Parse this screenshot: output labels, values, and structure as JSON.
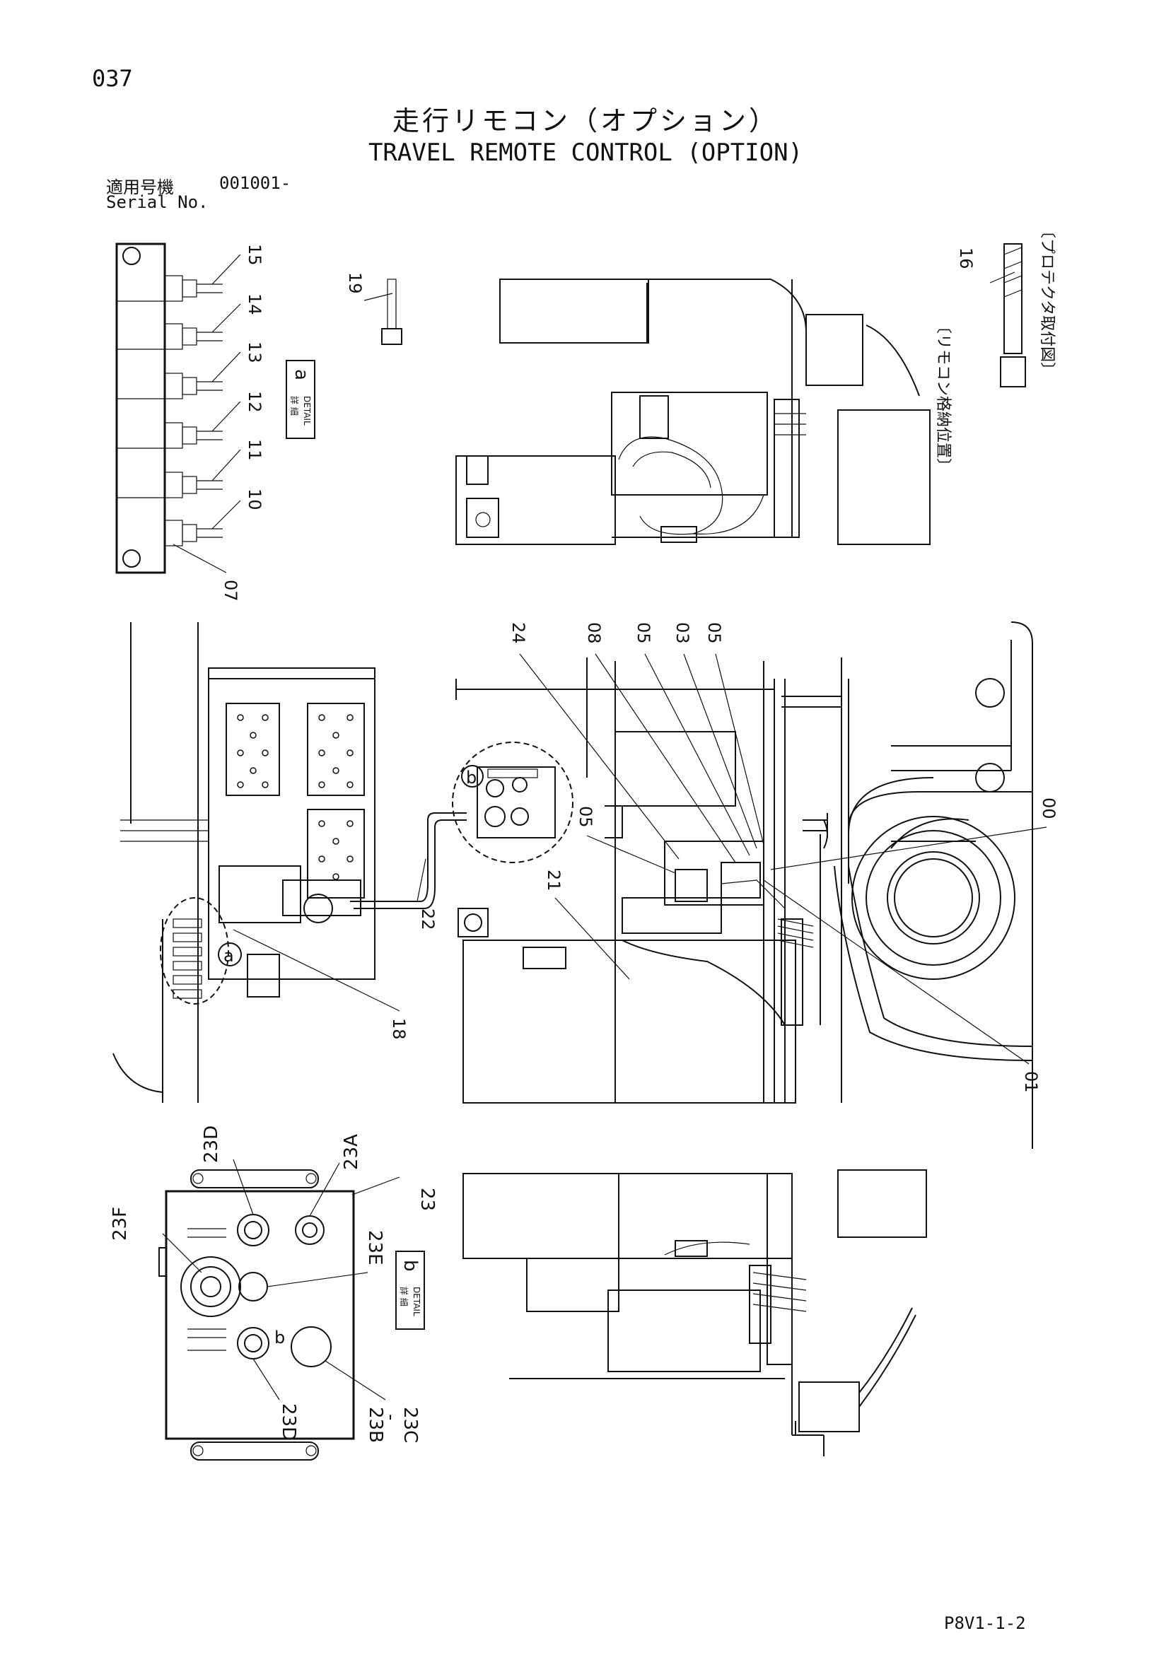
{
  "header": {
    "page_number": "037",
    "title_jp": "走行リモコン（オプション）",
    "title_en": "TRAVEL REMOTE CONTROL (OPTION)",
    "serial_label_jp": "適用号機",
    "serial_value": "001001-",
    "serial_label_en": "Serial No."
  },
  "footer": {
    "code": "P8V1-1-2"
  },
  "callouts": {
    "detail_a": {
      "ref": "a",
      "jp": "詳 細",
      "en": "DETAIL"
    },
    "detail_b": {
      "ref": "b",
      "jp": "詳 細",
      "en": "DETAIL"
    },
    "storage_note": "〔リモコン格納位置〕",
    "protector_note": "〔プロテクタ取付図〕",
    "circle_a": "a",
    "circle_b": "b",
    "panel_b_mark": "b"
  },
  "part_labels": {
    "p15": "15",
    "p14": "14",
    "p13": "13",
    "p12": "12",
    "p11": "11",
    "p10": "10",
    "p07": "07",
    "p19": "19",
    "p16": "16",
    "p24": "24",
    "p08": "08",
    "p05a": "05",
    "p03": "03",
    "p05b": "05",
    "p05c": "05",
    "p00": "00",
    "p21": "21",
    "p22": "22",
    "p18": "18",
    "p01": "01",
    "p23": "23",
    "p23A": "23A",
    "p23D_top": "23D",
    "p23F": "23F",
    "p23E": "23E",
    "p23D_bot": "23D",
    "p23B": "23B",
    "p23B_dash": "-",
    "p23C": "23C"
  }
}
